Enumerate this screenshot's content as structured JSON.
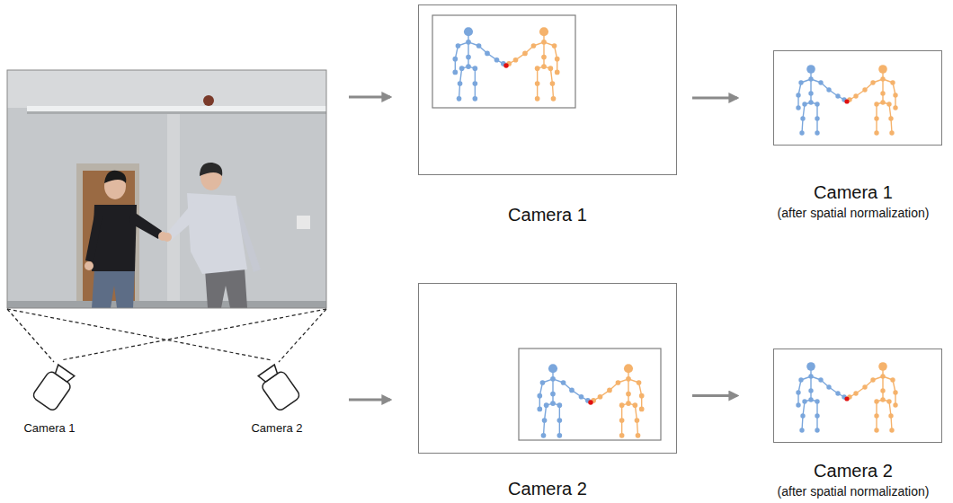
{
  "diagram": {
    "nodes": [
      {
        "text": [
          "Camera 1"
        ]
      },
      {
        "text": [
          "Camera 1",
          "(after spatial normalization)"
        ]
      },
      {
        "text": [
          "Camera 2"
        ]
      },
      {
        "text": [
          "Camera 2",
          "(after spatial normalization)"
        ]
      }
    ],
    "edges": [
      {
        "from": 0,
        "to": 1,
        "arrow": "to"
      },
      {
        "from": 2,
        "to": 3,
        "arrow": "to"
      }
    ],
    "labels": [
      "Camera 1",
      "Camera 2"
    ]
  }
}
